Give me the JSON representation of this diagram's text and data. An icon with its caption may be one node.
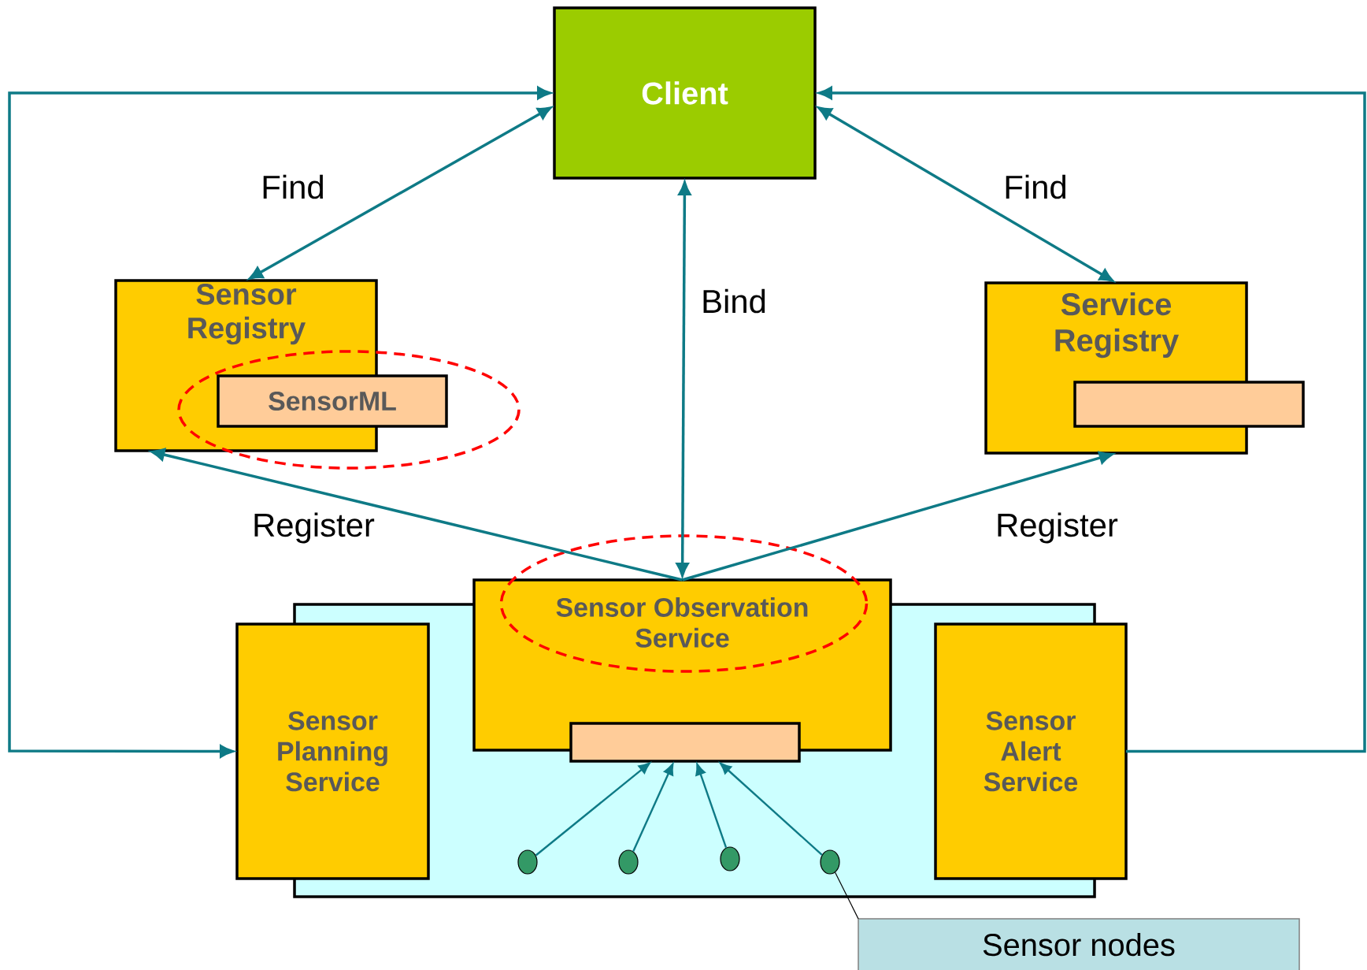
{
  "diagram": {
    "nodes": [
      {
        "text": [
          "Client"
        ]
      },
      {
        "text": [
          "Sensor Registry"
        ]
      },
      {
        "text": [
          "SensorML"
        ]
      },
      {
        "text": [
          "Service Registry"
        ]
      },
      {
        "text": [],
        "shape": "box"
      },
      {
        "text": [],
        "shape": "box"
      },
      {
        "text": [
          "Sensor Observation Service"
        ]
      },
      {
        "text": [],
        "shape": "box",
        "in": 5
      },
      {
        "text": [
          "Sensor Planning Service"
        ]
      },
      {
        "text": [
          "Sensor Alert Service"
        ]
      },
      {
        "text": [],
        "shape": "circle",
        "in": 5
      },
      {
        "text": [],
        "shape": "circle",
        "in": 5
      },
      {
        "text": [],
        "shape": "circle",
        "in": 5
      },
      {
        "text": [],
        "shape": "circle",
        "in": 5
      },
      {
        "text": [
          "Sensor nodes"
        ]
      }
    ],
    "edges": [
      {
        "from": 0,
        "to": 1,
        "arrow": "both",
        "label": "Find"
      },
      {
        "from": 0,
        "to": 3,
        "arrow": "both",
        "label": "Find"
      },
      {
        "from": 6,
        "to": 0,
        "arrow": "both",
        "label": "Bind"
      },
      {
        "from": 6,
        "to": 1,
        "arrow": "to",
        "label": "Register"
      },
      {
        "from": 6,
        "to": 3,
        "arrow": "to",
        "label": "Register"
      },
      {
        "from": 0,
        "to": 8,
        "arrow": "both"
      },
      {
        "from": 9,
        "to": 0,
        "arrow": "to"
      },
      {
        "from": 10,
        "to": 7,
        "arrow": "to"
      },
      {
        "from": 11,
        "to": 7,
        "arrow": "to"
      },
      {
        "from": 12,
        "to": 7,
        "arrow": "to"
      },
      {
        "from": 13,
        "to": 7,
        "arrow": "to"
      },
      {
        "from": 14,
        "to": 13,
        "arrow": "none",
        "color": "#000000"
      }
    ]
  }
}
